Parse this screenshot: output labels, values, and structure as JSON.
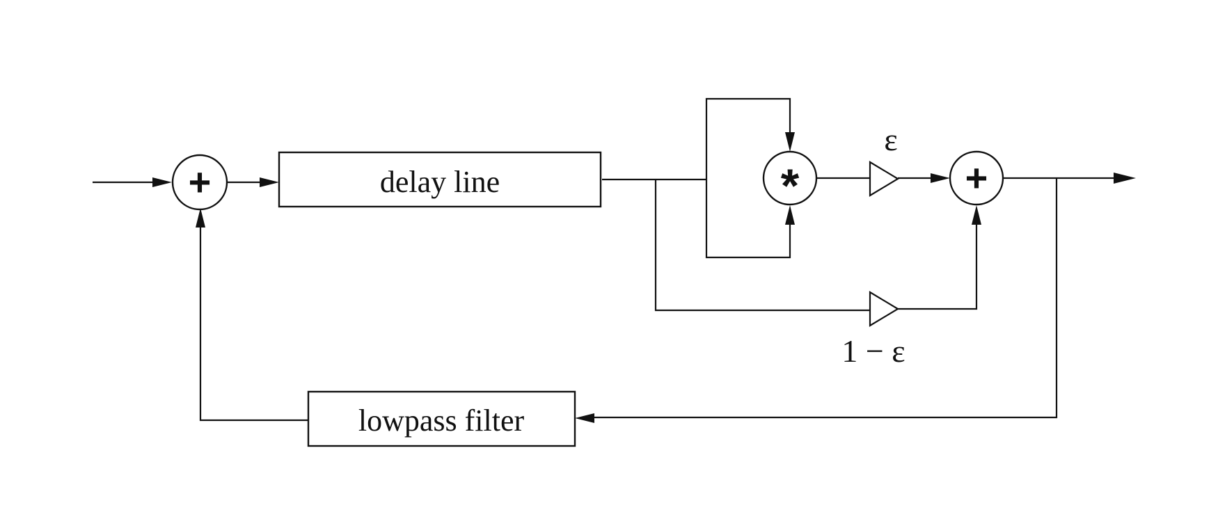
{
  "blocks": {
    "delay_line": "delay line",
    "lowpass_filter": "lowpass filter"
  },
  "nodes": {
    "input_sum": "+",
    "multiplier": "*",
    "output_sum": "+"
  },
  "gains": {
    "upper": "ε",
    "lower": "1 − ε"
  },
  "colors": {
    "ink": "#111111",
    "background": "#ffffff"
  }
}
